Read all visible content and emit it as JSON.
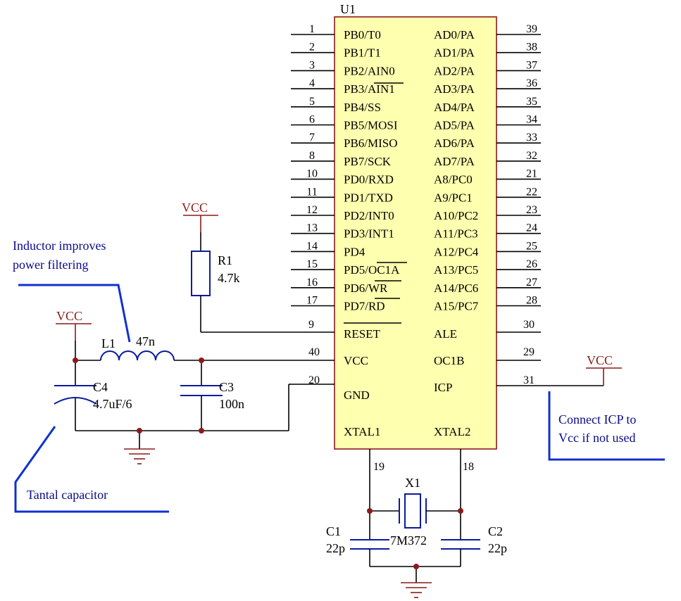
{
  "ic": {
    "designator": "U1",
    "left_pins": [
      {
        "num": "1",
        "name": "PB0/T0"
      },
      {
        "num": "2",
        "name": "PB1/T1"
      },
      {
        "num": "3",
        "name": "PB2/AIN0"
      },
      {
        "num": "4",
        "name": "PB3/AIN1"
      },
      {
        "num": "5",
        "name": "PB4/SS"
      },
      {
        "num": "6",
        "name": "PB5/MOSI"
      },
      {
        "num": "7",
        "name": "PB6/MISO"
      },
      {
        "num": "8",
        "name": "PB7/SCK"
      },
      {
        "num": "10",
        "name": "PD0/RXD"
      },
      {
        "num": "11",
        "name": "PD1/TXD"
      },
      {
        "num": "12",
        "name": "PD2/INT0"
      },
      {
        "num": "13",
        "name": "PD3/INT1"
      },
      {
        "num": "14",
        "name": "PD4"
      },
      {
        "num": "15",
        "name": "PD5/OC1A"
      },
      {
        "num": "16",
        "name": "PD6/WR"
      },
      {
        "num": "17",
        "name": "PD7/RD"
      }
    ],
    "right_pins": [
      {
        "num": "39",
        "name": "AD0/PA"
      },
      {
        "num": "38",
        "name": "AD1/PA"
      },
      {
        "num": "37",
        "name": "AD2/PA"
      },
      {
        "num": "36",
        "name": "AD3/PA"
      },
      {
        "num": "35",
        "name": "AD4/PA"
      },
      {
        "num": "34",
        "name": "AD5/PA"
      },
      {
        "num": "33",
        "name": "AD6/PA"
      },
      {
        "num": "32",
        "name": "AD7/PA"
      },
      {
        "num": "21",
        "name": "A8/PC0"
      },
      {
        "num": "22",
        "name": "A9/PC1"
      },
      {
        "num": "23",
        "name": "A10/PC2"
      },
      {
        "num": "24",
        "name": "A11/PC3"
      },
      {
        "num": "25",
        "name": "A12/PC4"
      },
      {
        "num": "26",
        "name": "A13/PC5"
      },
      {
        "num": "27",
        "name": "A14/PC6"
      },
      {
        "num": "28",
        "name": "A15/PC7"
      }
    ],
    "reset": {
      "num": "9",
      "name": "RESET"
    },
    "vcc": {
      "num": "40",
      "name": "VCC"
    },
    "gnd": {
      "num": "20",
      "name": "GND"
    },
    "xtal1": {
      "num": "19",
      "name": "XTAL1"
    },
    "xtal2": {
      "num": "18",
      "name": "XTAL2"
    },
    "ale": {
      "num": "30",
      "name": "ALE"
    },
    "oc1b": {
      "num": "29",
      "name": "OC1B"
    },
    "icp": {
      "num": "31",
      "name": "ICP"
    }
  },
  "components": {
    "r1": {
      "ref": "R1",
      "value": "4.7k"
    },
    "l1": {
      "ref": "L1",
      "value": "47n"
    },
    "c3": {
      "ref": "C3",
      "value": "100n"
    },
    "c4": {
      "ref": "C4",
      "value": "4.7uF/6"
    },
    "c1": {
      "ref": "C1",
      "value": "22p"
    },
    "c2": {
      "ref": "C2",
      "value": "22p"
    },
    "x1": {
      "ref": "X1",
      "value": "7M372"
    }
  },
  "power": {
    "vcc_label": "VCC"
  },
  "annotations": {
    "inductor": [
      "Inductor improves",
      "power filtering"
    ],
    "tantal": "Tantal capacitor",
    "icp": [
      "Connect ICP to",
      "Vcc if not used"
    ]
  },
  "colors": {
    "ic_fill": "#ffffb0",
    "ic_border": "#8b1a1a",
    "wire": "#000000",
    "component": "#0b1a9e",
    "power": "#8b1a1a",
    "annotation_line": "#1030d0",
    "annotation_text": "#0a0a8a"
  }
}
